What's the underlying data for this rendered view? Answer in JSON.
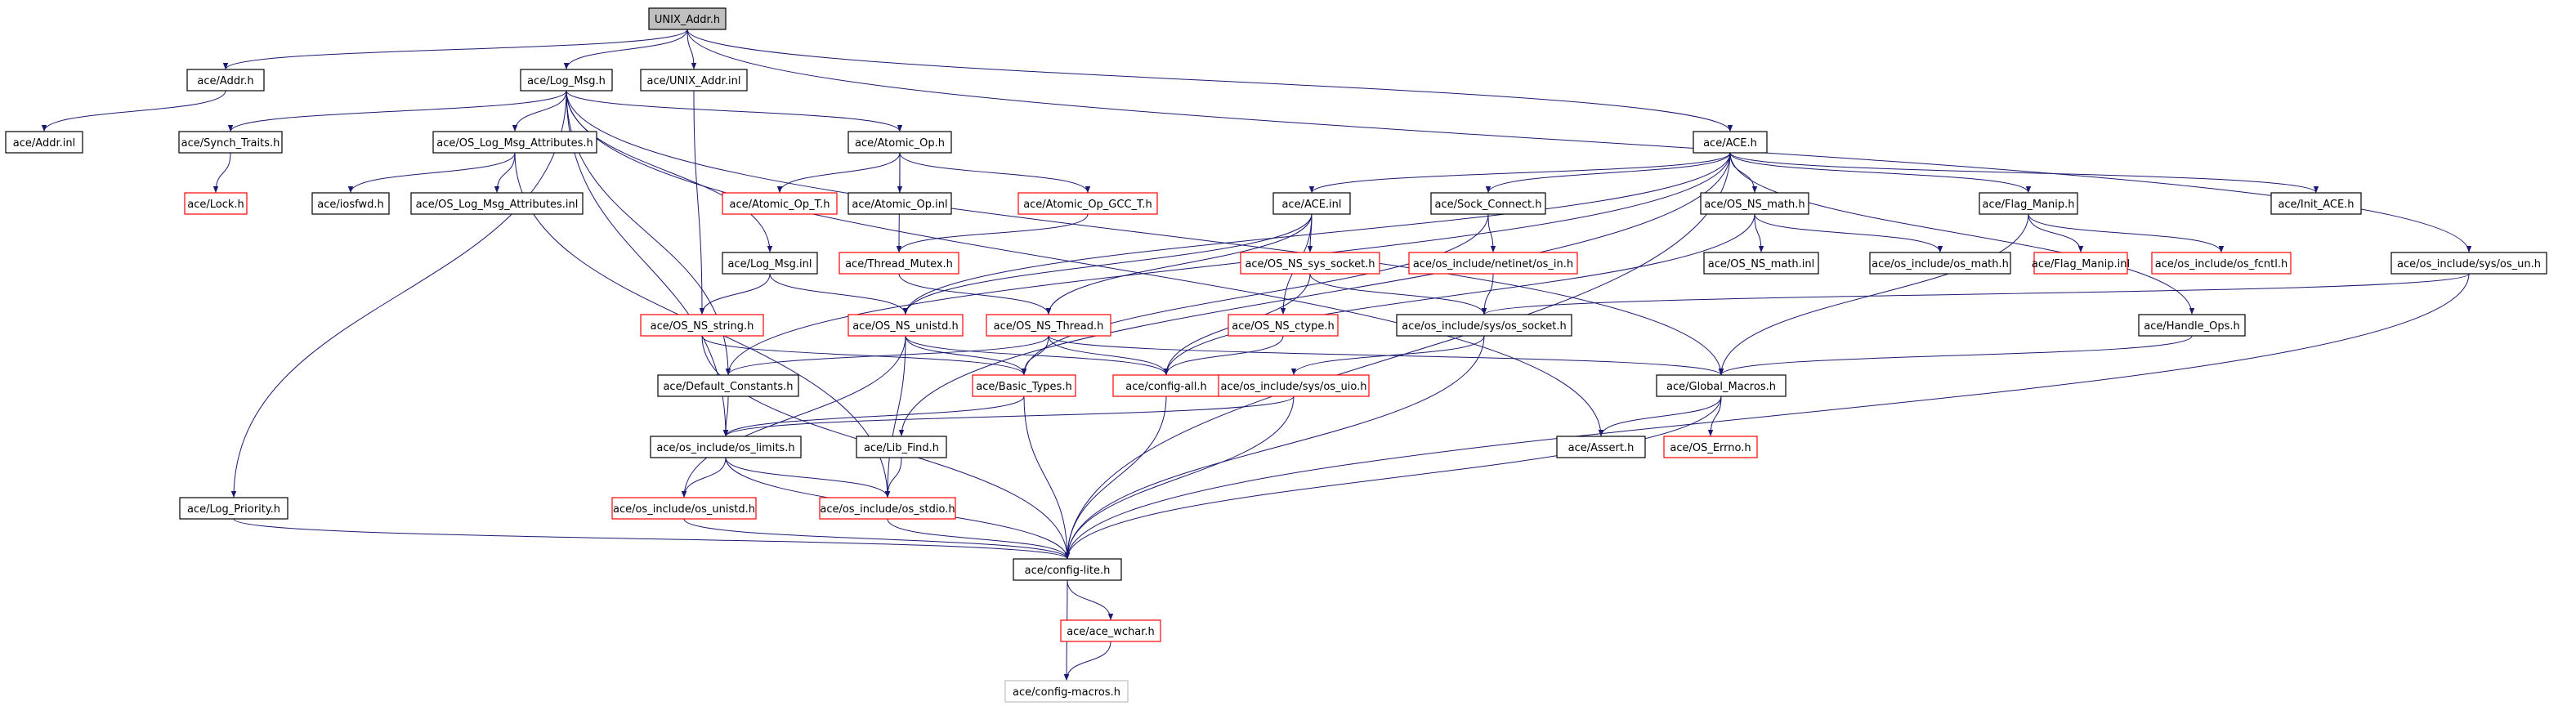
{
  "colors": {
    "edge": "#191970",
    "node_border_normal": "#000000",
    "node_border_truncated": "#ff0000",
    "node_border_ghost": "#bfbfbf",
    "root_fill": "#bfbfbf",
    "node_fill": "#ffffff"
  },
  "graph": {
    "nodes": [
      {
        "id": "unix_addr_h",
        "label": "UNIX_Addr.h",
        "kind": "root"
      },
      {
        "id": "addr_h",
        "label": "ace/Addr.h",
        "kind": "normal"
      },
      {
        "id": "log_msg_h",
        "label": "ace/Log_Msg.h",
        "kind": "normal"
      },
      {
        "id": "unix_addr_inl",
        "label": "ace/UNIX_Addr.inl",
        "kind": "normal"
      },
      {
        "id": "addr_inl",
        "label": "ace/Addr.inl",
        "kind": "normal"
      },
      {
        "id": "synch_traits_h",
        "label": "ace/Synch_Traits.h",
        "kind": "normal"
      },
      {
        "id": "os_log_msg_attributes_h",
        "label": "ace/OS_Log_Msg_Attributes.h",
        "kind": "normal"
      },
      {
        "id": "atomic_op_h",
        "label": "ace/Atomic_Op.h",
        "kind": "normal"
      },
      {
        "id": "ace_h",
        "label": "ace/ACE.h",
        "kind": "normal"
      },
      {
        "id": "lock_h",
        "label": "ace/Lock.h",
        "kind": "truncated"
      },
      {
        "id": "iosfwd_h",
        "label": "ace/iosfwd.h",
        "kind": "normal"
      },
      {
        "id": "os_log_msg_attributes_inl",
        "label": "ace/OS_Log_Msg_Attributes.inl",
        "kind": "normal"
      },
      {
        "id": "atomic_op_t_h",
        "label": "ace/Atomic_Op_T.h",
        "kind": "truncated"
      },
      {
        "id": "atomic_op_inl",
        "label": "ace/Atomic_Op.inl",
        "kind": "normal"
      },
      {
        "id": "atomic_op_gcc_t_h",
        "label": "ace/Atomic_Op_GCC_T.h",
        "kind": "truncated"
      },
      {
        "id": "ace_inl",
        "label": "ace/ACE.inl",
        "kind": "normal"
      },
      {
        "id": "sock_connect_h",
        "label": "ace/Sock_Connect.h",
        "kind": "normal"
      },
      {
        "id": "os_ns_math_h",
        "label": "ace/OS_NS_math.h",
        "kind": "normal"
      },
      {
        "id": "flag_manip_h",
        "label": "ace/Flag_Manip.h",
        "kind": "normal"
      },
      {
        "id": "init_ace_h",
        "label": "ace/Init_ACE.h",
        "kind": "normal"
      },
      {
        "id": "thread_mutex_h",
        "label": "ace/Thread_Mutex.h",
        "kind": "truncated"
      },
      {
        "id": "log_msg_inl",
        "label": "ace/Log_Msg.inl",
        "kind": "normal"
      },
      {
        "id": "os_ns_sys_socket_h",
        "label": "ace/OS_NS_sys_socket.h",
        "kind": "truncated"
      },
      {
        "id": "os_include_netinet_os_in_h",
        "label": "ace/os_include/netinet/os_in.h",
        "kind": "truncated"
      },
      {
        "id": "os_ns_math_inl",
        "label": "ace/OS_NS_math.inl",
        "kind": "normal"
      },
      {
        "id": "os_include_os_math_h",
        "label": "ace/os_include/os_math.h",
        "kind": "normal"
      },
      {
        "id": "flag_manip_inl",
        "label": "ace/Flag_Manip.inl",
        "kind": "truncated"
      },
      {
        "id": "os_include_os_fcntl_h",
        "label": "ace/os_include/os_fcntl.h",
        "kind": "truncated"
      },
      {
        "id": "os_include_sys_os_un_h",
        "label": "ace/os_include/sys/os_un.h",
        "kind": "normal"
      },
      {
        "id": "os_ns_string_h",
        "label": "ace/OS_NS_string.h",
        "kind": "truncated"
      },
      {
        "id": "os_ns_unistd_h",
        "label": "ace/OS_NS_unistd.h",
        "kind": "truncated"
      },
      {
        "id": "os_ns_thread_h",
        "label": "ace/OS_NS_Thread.h",
        "kind": "truncated"
      },
      {
        "id": "os_ns_ctype_h",
        "label": "ace/OS_NS_ctype.h",
        "kind": "truncated"
      },
      {
        "id": "os_include_sys_os_socket_h",
        "label": "ace/os_include/sys/os_socket.h",
        "kind": "normal"
      },
      {
        "id": "handle_ops_h",
        "label": "ace/Handle_Ops.h",
        "kind": "normal"
      },
      {
        "id": "default_constants_h",
        "label": "ace/Default_Constants.h",
        "kind": "normal"
      },
      {
        "id": "basic_types_h",
        "label": "ace/Basic_Types.h",
        "kind": "truncated"
      },
      {
        "id": "config_all_h",
        "label": "ace/config-all.h",
        "kind": "truncated"
      },
      {
        "id": "os_include_sys_os_uio_h",
        "label": "ace/os_include/sys/os_uio.h",
        "kind": "truncated"
      },
      {
        "id": "global_macros_h",
        "label": "ace/Global_Macros.h",
        "kind": "normal"
      },
      {
        "id": "os_include_os_limits_h",
        "label": "ace/os_include/os_limits.h",
        "kind": "normal"
      },
      {
        "id": "lib_find_h",
        "label": "ace/Lib_Find.h",
        "kind": "normal"
      },
      {
        "id": "assert_h",
        "label": "ace/Assert.h",
        "kind": "normal"
      },
      {
        "id": "os_errno_h",
        "label": "ace/OS_Errno.h",
        "kind": "truncated"
      },
      {
        "id": "log_priority_h",
        "label": "ace/Log_Priority.h",
        "kind": "normal"
      },
      {
        "id": "os_include_os_unistd_h",
        "label": "ace/os_include/os_unistd.h",
        "kind": "truncated"
      },
      {
        "id": "os_include_os_stdio_h",
        "label": "ace/os_include/os_stdio.h",
        "kind": "truncated"
      },
      {
        "id": "config_lite_h",
        "label": "ace/config-lite.h",
        "kind": "normal"
      },
      {
        "id": "ace_wchar_h",
        "label": "ace/ace_wchar.h",
        "kind": "truncated"
      },
      {
        "id": "config_macros_h",
        "label": "ace/config-macros.h",
        "kind": "ghost"
      }
    ],
    "edges": [
      [
        "unix_addr_h",
        "addr_h"
      ],
      [
        "unix_addr_h",
        "log_msg_h"
      ],
      [
        "unix_addr_h",
        "unix_addr_inl"
      ],
      [
        "unix_addr_h",
        "ace_h"
      ],
      [
        "unix_addr_h",
        "os_include_sys_os_un_h"
      ],
      [
        "addr_h",
        "addr_inl"
      ],
      [
        "log_msg_h",
        "synch_traits_h"
      ],
      [
        "log_msg_h",
        "os_log_msg_attributes_h"
      ],
      [
        "log_msg_h",
        "atomic_op_h"
      ],
      [
        "log_msg_h",
        "log_msg_inl"
      ],
      [
        "log_msg_h",
        "default_constants_h"
      ],
      [
        "log_msg_h",
        "os_include_os_limits_h"
      ],
      [
        "log_msg_h",
        "log_priority_h"
      ],
      [
        "log_msg_h",
        "global_macros_h"
      ],
      [
        "log_msg_h",
        "assert_h"
      ],
      [
        "unix_addr_inl",
        "os_ns_string_h"
      ],
      [
        "synch_traits_h",
        "lock_h"
      ],
      [
        "os_log_msg_attributes_h",
        "iosfwd_h"
      ],
      [
        "os_log_msg_attributes_h",
        "os_log_msg_attributes_inl"
      ],
      [
        "os_log_msg_attributes_h",
        "os_include_os_stdio_h"
      ],
      [
        "atomic_op_h",
        "atomic_op_t_h"
      ],
      [
        "atomic_op_h",
        "atomic_op_inl"
      ],
      [
        "atomic_op_h",
        "atomic_op_gcc_t_h"
      ],
      [
        "atomic_op_h",
        "thread_mutex_h"
      ],
      [
        "ace_h",
        "ace_inl"
      ],
      [
        "ace_h",
        "sock_connect_h"
      ],
      [
        "ace_h",
        "os_ns_math_h"
      ],
      [
        "ace_h",
        "flag_manip_h"
      ],
      [
        "ace_h",
        "init_ace_h"
      ],
      [
        "ace_h",
        "handle_ops_h"
      ],
      [
        "ace_h",
        "default_constants_h"
      ],
      [
        "ace_h",
        "lib_find_h"
      ],
      [
        "ace_h",
        "os_ns_unistd_h"
      ],
      [
        "ace_h",
        "config_lite_h"
      ],
      [
        "atomic_op_gcc_t_h",
        "thread_mutex_h"
      ],
      [
        "thread_mutex_h",
        "os_ns_thread_h"
      ],
      [
        "log_msg_inl",
        "os_ns_string_h"
      ],
      [
        "log_msg_inl",
        "os_ns_unistd_h"
      ],
      [
        "ace_inl",
        "os_ns_sys_socket_h"
      ],
      [
        "ace_inl",
        "os_ns_thread_h"
      ],
      [
        "ace_inl",
        "os_ns_ctype_h"
      ],
      [
        "ace_inl",
        "os_ns_unistd_h"
      ],
      [
        "sock_connect_h",
        "os_include_netinet_os_in_h"
      ],
      [
        "sock_connect_h",
        "basic_types_h"
      ],
      [
        "os_ns_math_h",
        "os_ns_math_inl"
      ],
      [
        "os_ns_math_h",
        "os_include_os_math_h"
      ],
      [
        "os_ns_math_h",
        "config_all_h"
      ],
      [
        "flag_manip_h",
        "flag_manip_inl"
      ],
      [
        "flag_manip_h",
        "os_include_os_fcntl_h"
      ],
      [
        "flag_manip_h",
        "global_macros_h"
      ],
      [
        "os_ns_sys_socket_h",
        "os_include_sys_os_socket_h"
      ],
      [
        "os_ns_sys_socket_h",
        "config_all_h"
      ],
      [
        "os_include_netinet_os_in_h",
        "os_include_sys_os_socket_h"
      ],
      [
        "os_include_sys_os_un_h",
        "os_include_sys_os_socket_h"
      ],
      [
        "os_include_sys_os_un_h",
        "config_lite_h"
      ],
      [
        "os_ns_string_h",
        "basic_types_h"
      ],
      [
        "os_ns_string_h",
        "config_lite_h"
      ],
      [
        "os_ns_unistd_h",
        "basic_types_h"
      ],
      [
        "os_ns_unistd_h",
        "config_all_h"
      ],
      [
        "os_ns_unistd_h",
        "os_include_os_unistd_h"
      ],
      [
        "os_ns_unistd_h",
        "os_include_os_stdio_h"
      ],
      [
        "os_ns_thread_h",
        "default_constants_h"
      ],
      [
        "os_ns_thread_h",
        "basic_types_h"
      ],
      [
        "os_ns_thread_h",
        "config_all_h"
      ],
      [
        "os_ns_thread_h",
        "global_macros_h"
      ],
      [
        "os_ns_ctype_h",
        "config_all_h"
      ],
      [
        "os_include_sys_os_socket_h",
        "os_include_sys_os_uio_h"
      ],
      [
        "os_include_sys_os_socket_h",
        "config_lite_h"
      ],
      [
        "handle_ops_h",
        "global_macros_h"
      ],
      [
        "default_constants_h",
        "os_include_os_limits_h"
      ],
      [
        "basic_types_h",
        "os_include_os_limits_h"
      ],
      [
        "basic_types_h",
        "config_lite_h"
      ],
      [
        "config_all_h",
        "config_lite_h"
      ],
      [
        "os_include_sys_os_uio_h",
        "os_include_os_limits_h"
      ],
      [
        "os_include_sys_os_uio_h",
        "config_lite_h"
      ],
      [
        "global_macros_h",
        "assert_h"
      ],
      [
        "global_macros_h",
        "os_errno_h"
      ],
      [
        "global_macros_h",
        "config_lite_h"
      ],
      [
        "os_include_os_limits_h",
        "os_include_os_unistd_h"
      ],
      [
        "os_include_os_limits_h",
        "os_include_os_stdio_h"
      ],
      [
        "os_include_os_limits_h",
        "config_lite_h"
      ],
      [
        "lib_find_h",
        "os_include_os_stdio_h"
      ],
      [
        "log_priority_h",
        "config_lite_h"
      ],
      [
        "os_include_os_unistd_h",
        "config_lite_h"
      ],
      [
        "os_include_os_stdio_h",
        "config_lite_h"
      ],
      [
        "config_lite_h",
        "ace_wchar_h"
      ],
      [
        "config_lite_h",
        "config_macros_h"
      ],
      [
        "ace_wchar_h",
        "config_macros_h"
      ]
    ]
  }
}
